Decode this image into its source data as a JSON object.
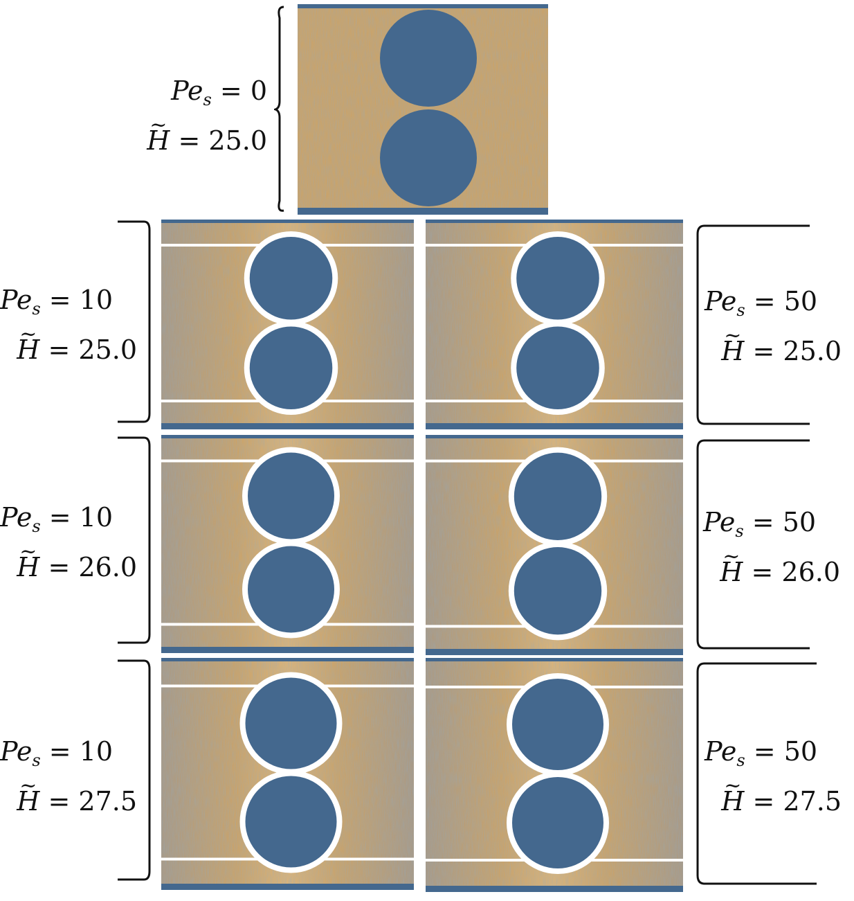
{
  "panels": [
    {
      "id": "p0",
      "pe": "0",
      "h": "25.0",
      "side": "top"
    },
    {
      "id": "p1",
      "pe": "10",
      "h": "25.0",
      "side": "left"
    },
    {
      "id": "p2",
      "pe": "50",
      "h": "25.0",
      "side": "right"
    },
    {
      "id": "p3",
      "pe": "10",
      "h": "26.0",
      "side": "left"
    },
    {
      "id": "p4",
      "pe": "50",
      "h": "26.0",
      "side": "right"
    },
    {
      "id": "p5",
      "pe": "10",
      "h": "27.5",
      "side": "left"
    },
    {
      "id": "p6",
      "pe": "50",
      "h": "27.5",
      "side": "right"
    }
  ],
  "labels": {
    "pe_symbol": "Pe",
    "pe_subscript": "s",
    "h_symbol": "H",
    "equals": "="
  },
  "colors": {
    "fluid": "#c9a36b",
    "particle": "#44688e",
    "wall": "#44688e",
    "boundary": "#ffffff"
  }
}
